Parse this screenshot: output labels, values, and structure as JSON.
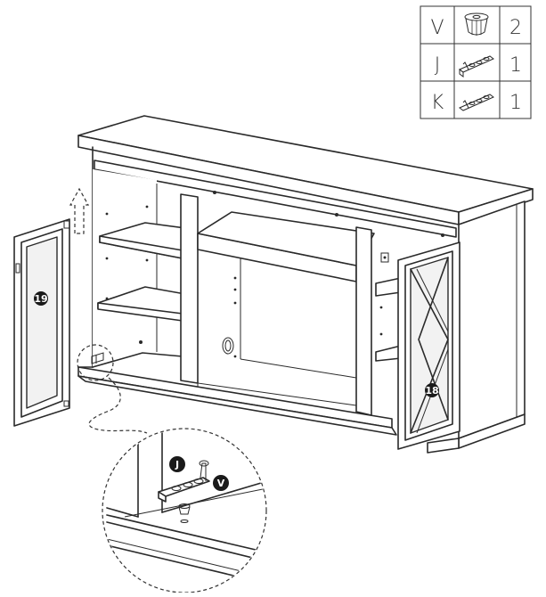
{
  "parts_table": {
    "rows": [
      {
        "letter": "V",
        "icon": "cup-bushing-icon",
        "qty": "2"
      },
      {
        "letter": "J",
        "icon": "hinge-plate-j-icon",
        "qty": "1"
      },
      {
        "letter": "K",
        "icon": "hinge-plate-k-icon",
        "qty": "1"
      }
    ]
  },
  "callouts": {
    "door_left": "19",
    "door_right": "18",
    "part_j": "J",
    "part_v": "V"
  },
  "colors": {
    "line": "#2a2a2a",
    "badge": "#1a1a1a",
    "background": "#ffffff"
  }
}
